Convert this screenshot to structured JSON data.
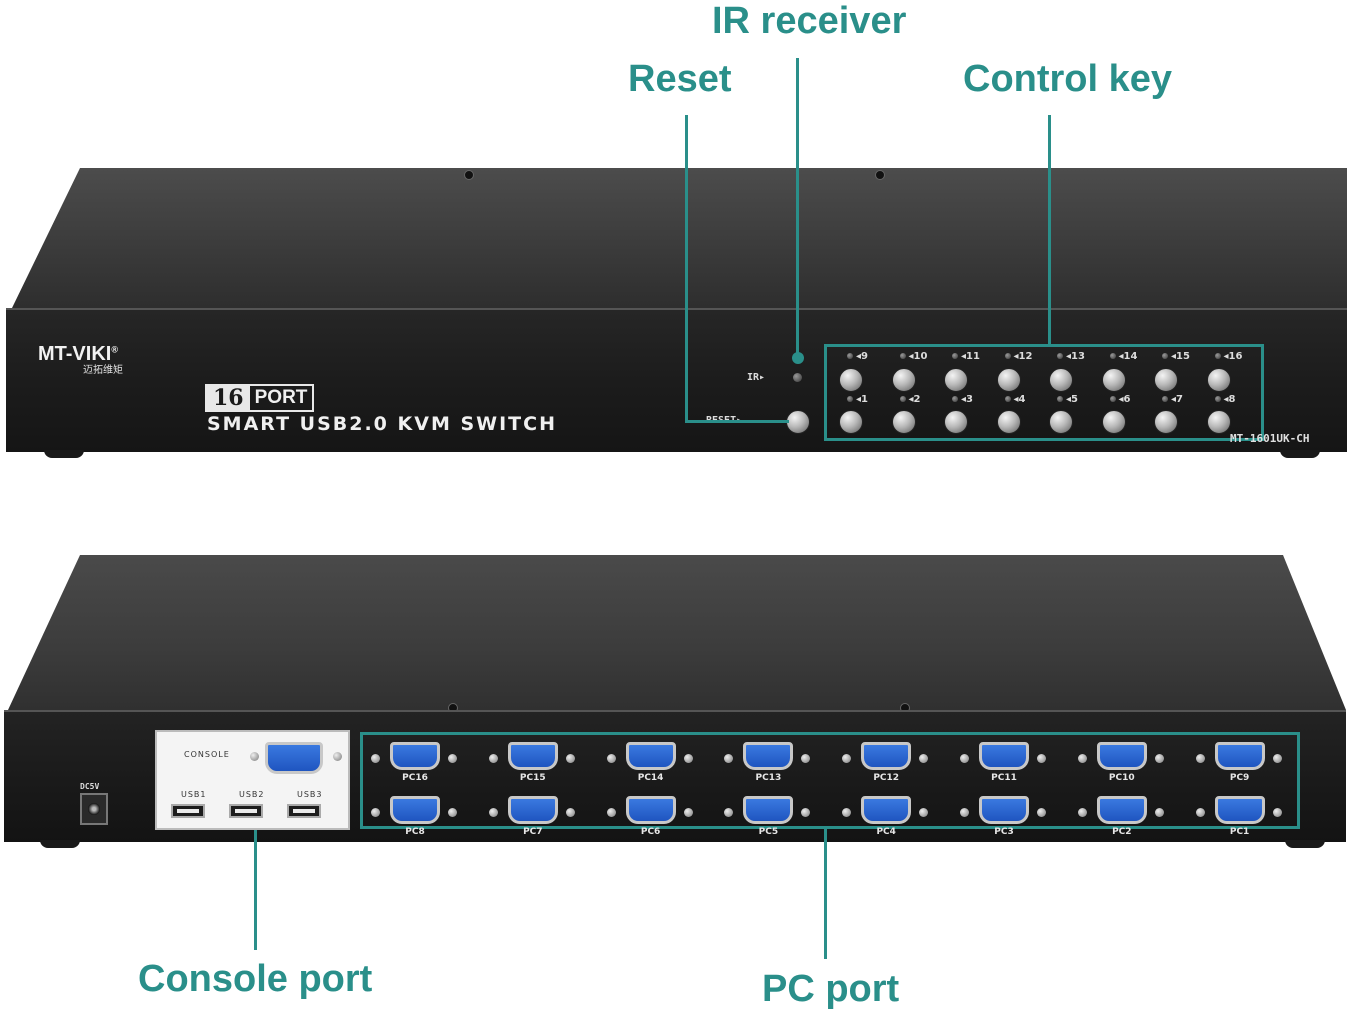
{
  "callouts": {
    "ir_receiver": "IR receiver",
    "reset": "Reset",
    "control_key": "Control key",
    "console_port": "Console port",
    "pc_port": "PC port"
  },
  "front": {
    "brand": "MT-VIKI",
    "brand_reg": "®",
    "brand_sub": "迈拓维矩",
    "port_number": "16",
    "port_word": "PORT",
    "product": "SMART USB2.0 KVM SWITCH",
    "ir_label": "IR▸",
    "reset_label": "RESET▸",
    "model": "MT-1601UK-CH",
    "top_keys": [
      "◂9",
      "◂10",
      "◂11",
      "◂12",
      "◂13",
      "◂14",
      "◂15",
      "◂16"
    ],
    "bottom_keys": [
      "◂1",
      "◂2",
      "◂3",
      "◂4",
      "◂5",
      "◂6",
      "◂7",
      "◂8"
    ]
  },
  "rear": {
    "dc_label": "DC5V",
    "console_label": "CONSOLE",
    "usb_labels": [
      "USB1",
      "USB2",
      "USB3"
    ],
    "top_ports": [
      "PC16",
      "PC15",
      "PC14",
      "PC13",
      "PC12",
      "PC11",
      "PC10",
      "PC9"
    ],
    "bottom_ports": [
      "PC8",
      "PC7",
      "PC6",
      "PC5",
      "PC4",
      "PC3",
      "PC2",
      "PC1"
    ]
  },
  "colors": {
    "accent": "#2a8f8a",
    "vga_blue": "#2a64d4"
  }
}
